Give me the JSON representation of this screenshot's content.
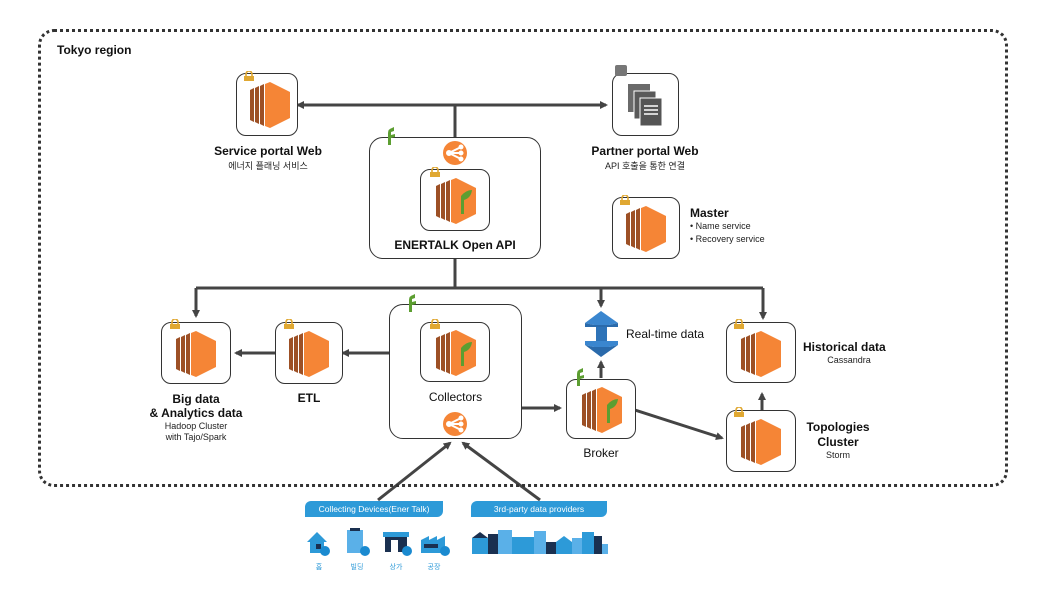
{
  "region": {
    "label": "Tokyo region"
  },
  "nodes": {
    "service_portal": {
      "title": "Service portal Web",
      "subtitle": "에너지 플래닝 서비스",
      "icon": "ec2-instance-icon"
    },
    "partner_portal": {
      "title": "Partner portal Web",
      "subtitle": "API 호출을 통한 연결",
      "icon": "documents-icon"
    },
    "open_api": {
      "title": "ENERTALK  Open API",
      "icon": "ec2-instance-icon"
    },
    "master": {
      "title": "Master",
      "bullets": [
        "• Name service",
        "• Recovery service"
      ],
      "icon": "ec2-instance-icon"
    },
    "big_data": {
      "title_line1": "Big data",
      "title_line2": "& Analytics data",
      "subtitle_line1": "Hadoop Cluster",
      "subtitle_line2": "with Tajo/Spark",
      "icon": "ec2-instance-icon"
    },
    "etl": {
      "title": "ETL",
      "icon": "ec2-instance-icon"
    },
    "collectors": {
      "title": "Collectors",
      "icon": "ec2-instance-icon"
    },
    "realtime": {
      "title": "Real-time data",
      "icon": "kinesis-icon"
    },
    "broker": {
      "title": "Broker",
      "icon": "ec2-instance-icon"
    },
    "historical": {
      "title": "Historical data",
      "subtitle": "Cassandra",
      "icon": "ec2-instance-icon"
    },
    "topologies": {
      "title_line1": "Topologies",
      "title_line2": "Cluster",
      "subtitle": "Storm",
      "icon": "ec2-instance-icon"
    }
  },
  "sources": {
    "devices": {
      "banner": "Collecting Devices(Ener Talk)",
      "items": [
        "홈",
        "빌딩",
        "상가",
        "공장"
      ]
    },
    "third_party": {
      "banner": "3rd-party data providers"
    }
  },
  "colors": {
    "ec2_orange": "#f58536",
    "ec2_dark": "#9d5025",
    "lock": "#e0a832",
    "leaf_green": "#5c9e31",
    "kinesis_blue": "#2e73b8",
    "banner_blue": "#2d9ad8",
    "line": "#444444"
  }
}
